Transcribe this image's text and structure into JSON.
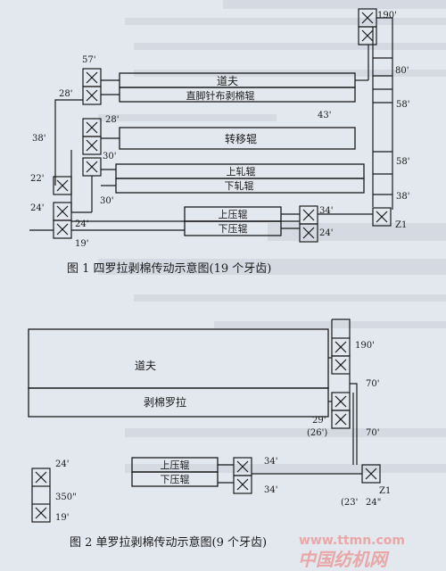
{
  "colors": {
    "background": "#e3e7ee",
    "line": "#1a1a1a",
    "watermark_red": "#e8a8a8",
    "bleed_text": "#c9ced8"
  },
  "figure1": {
    "caption": "图 1   四罗拉剥棉传动示意图(19 个牙齿)",
    "rollers": {
      "doffer": "道夫",
      "stripper_straight": "直脚针布剥棉辊",
      "transfer": "转移辊",
      "upper_calender": "上轧辊",
      "lower_calender": "下轧辊",
      "upper_press": "上压辊",
      "lower_press": "下压辊"
    },
    "gears": {
      "g190": "190'",
      "g57": "57'",
      "g80": "80'",
      "g28a": "28'",
      "g28b": "28'",
      "g43": "43'",
      "g58a": "58'",
      "g38a": "38'",
      "g30a": "30'",
      "g22": "22'",
      "g58b": "58'",
      "g30b": "30'",
      "g38b": "38'",
      "g24a": "24'",
      "g24b": "24'",
      "g34": "34'",
      "g19": "19'",
      "g24c": "24'",
      "z1": "Z1"
    }
  },
  "figure2": {
    "caption": "图 2   单罗拉剥棉传动示意图(9 个牙齿)",
    "rollers": {
      "doffer": "道夫",
      "stripper": "剥棉罗拉",
      "upper_press": "上压辊",
      "lower_press": "下压辊"
    },
    "gears": {
      "g190": "190'",
      "g70a": "70'",
      "g29": "29'",
      "g26": "(26')",
      "g70b": "70'",
      "g34a": "34'",
      "g34b": "34'",
      "g24": "24'",
      "g350": "350\"",
      "g19": "19'",
      "g23": "(23'",
      "g24z": "24\"",
      "z1": "Z1"
    }
  },
  "watermark": {
    "url": "www.ttmn.com",
    "site_name": "中国纺机网"
  }
}
